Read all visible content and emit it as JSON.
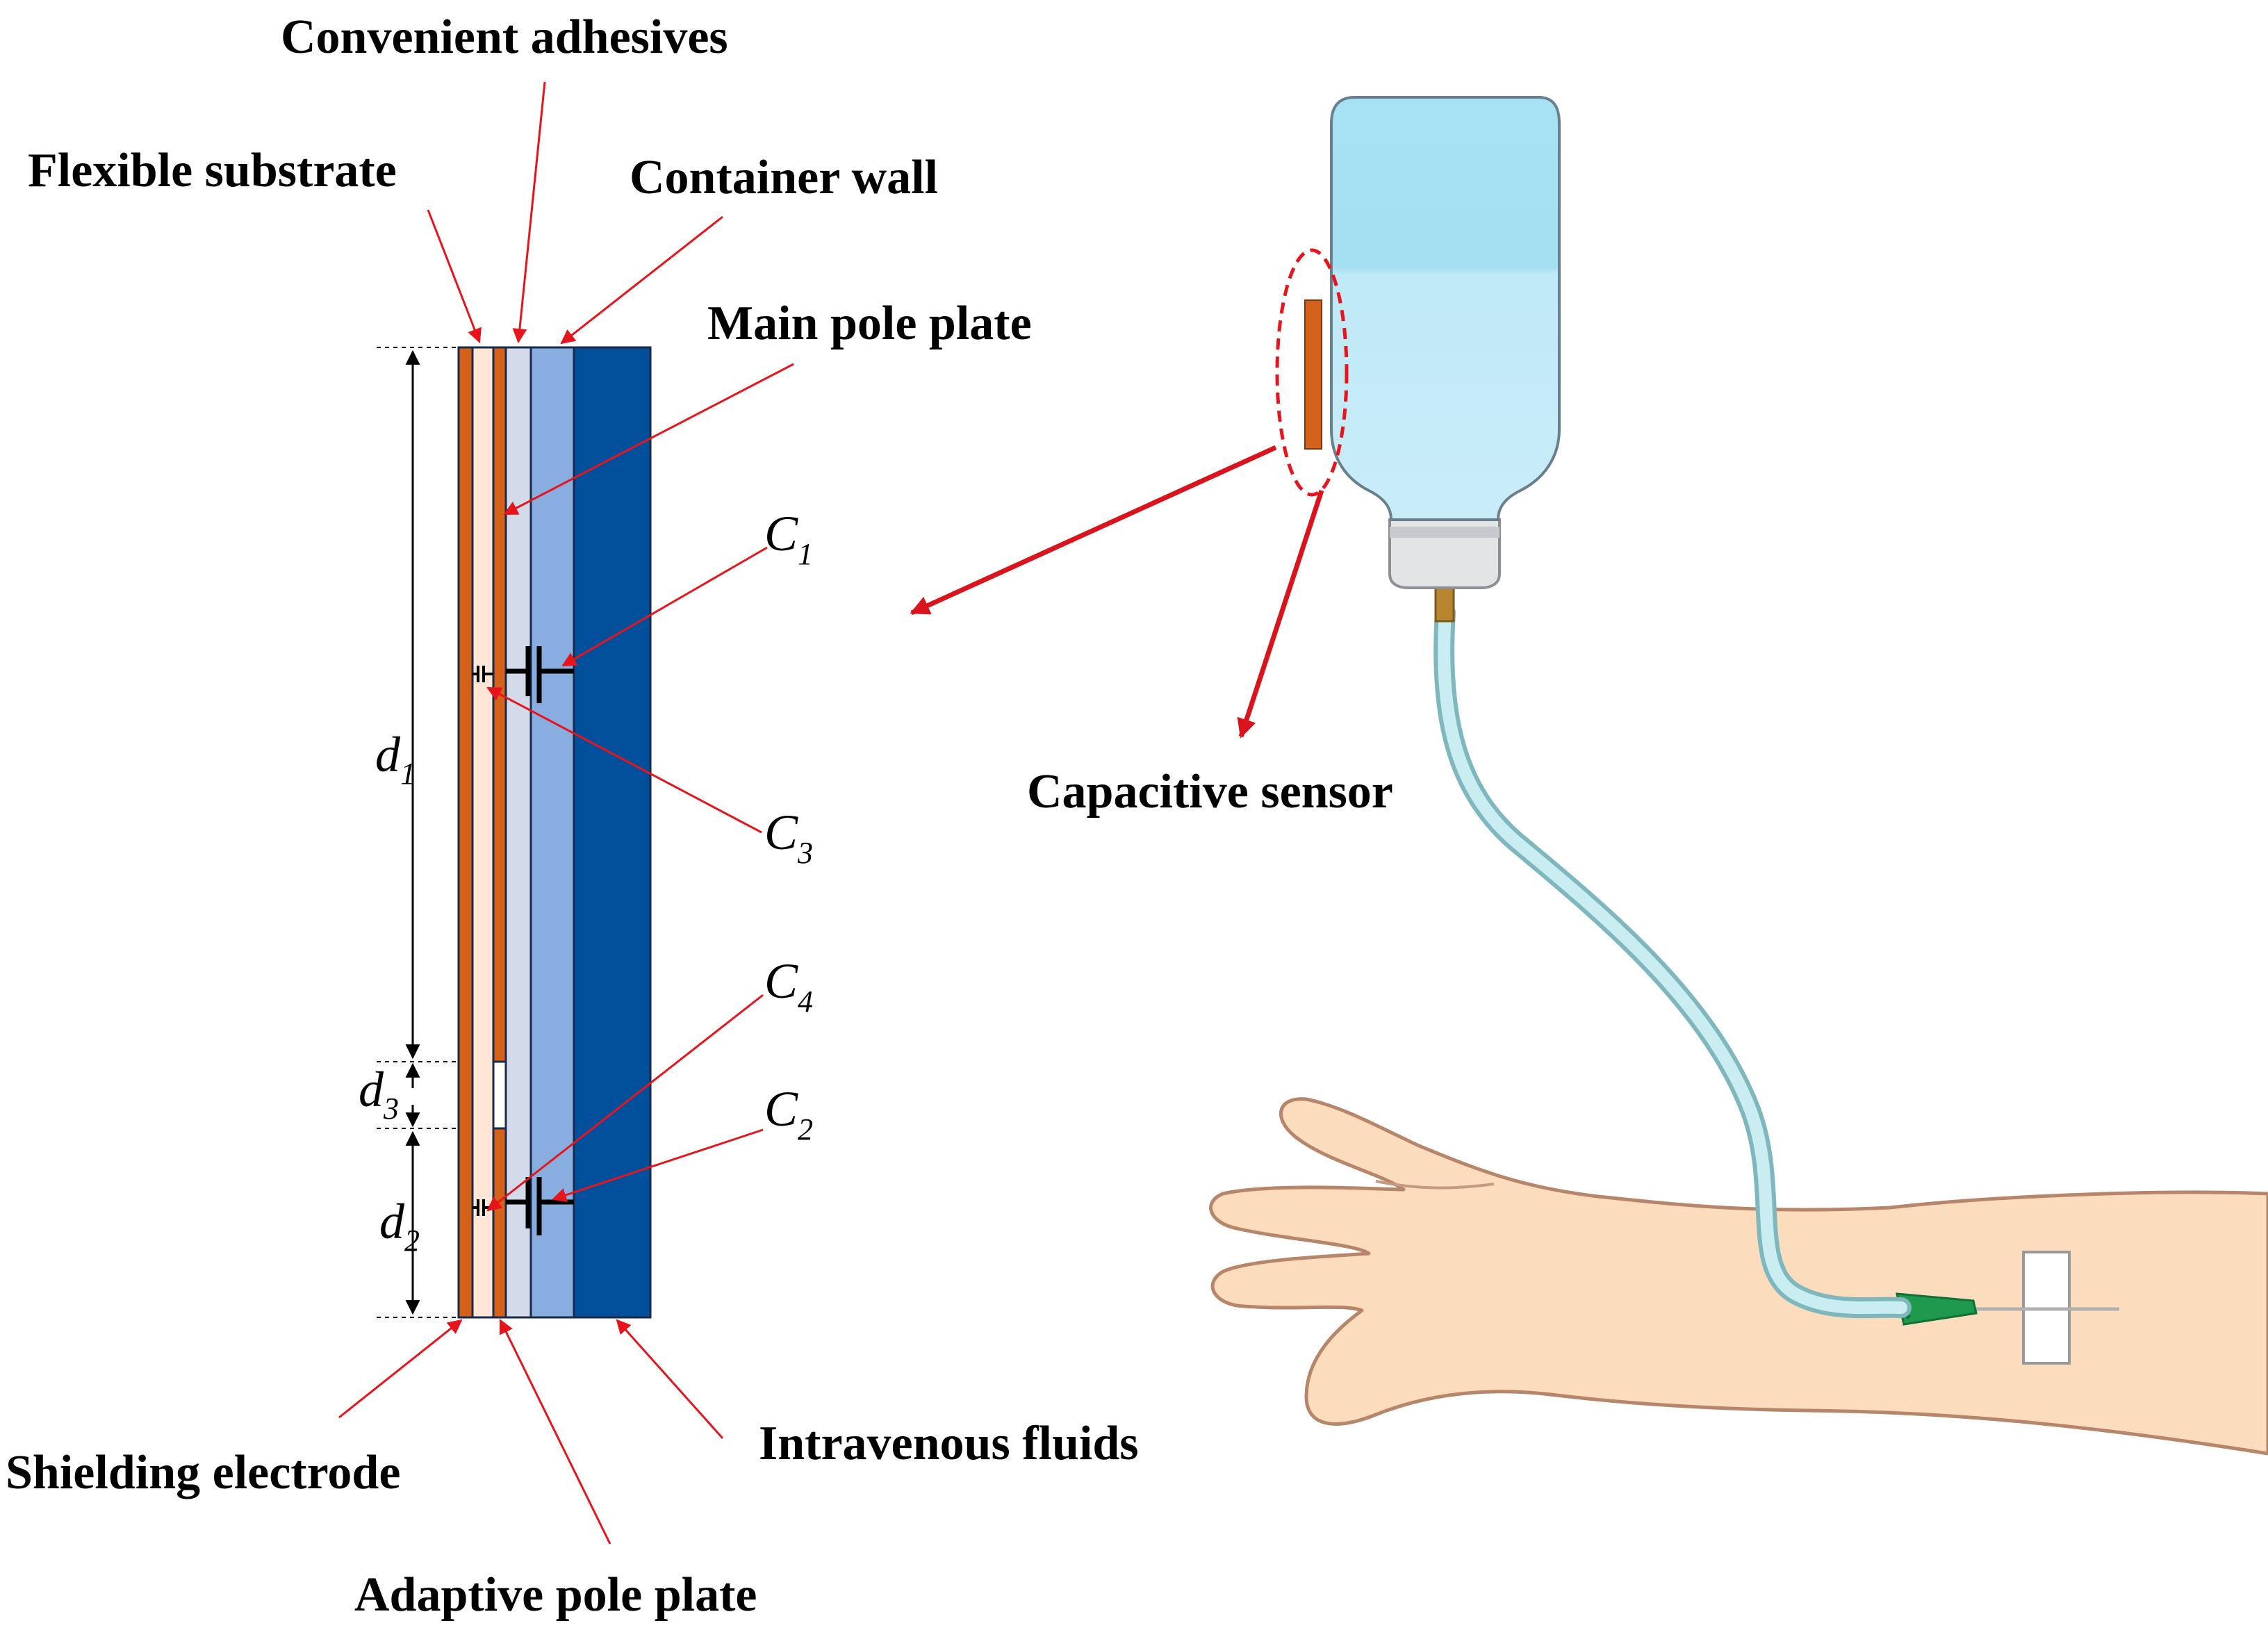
{
  "labels": {
    "convenient_adhesives": "Convenient adhesives",
    "flexible_substrate": "Flexible substrate",
    "container_wall": "Container wall",
    "main_pole_plate": "Main pole plate",
    "shielding_electrode": "Shielding electrode",
    "adaptive_pole_plate": "Adaptive pole plate",
    "intravenous_fluids": "Intravenous fluids",
    "capacitive_sensor": "Capacitive sensor"
  },
  "symbols": {
    "c1": {
      "main": "C",
      "sub": "1"
    },
    "c2": {
      "main": "C",
      "sub": "2"
    },
    "c3": {
      "main": "C",
      "sub": "3"
    },
    "c4": {
      "main": "C",
      "sub": "4"
    },
    "d1": {
      "main": "d",
      "sub": "1"
    },
    "d2": {
      "main": "d",
      "sub": "2"
    },
    "d3": {
      "main": "d",
      "sub": "3"
    }
  },
  "colors": {
    "electrode": "#d4621a",
    "substrate": "#fde6d6",
    "adhesive": "#d3dbea",
    "container_wall": "#88aee0",
    "fluid": "#02509b",
    "annotation_red": "#e8141c",
    "bottle": "#a8e3f4",
    "bottle_cap": "#e2e4e6",
    "tube": "#9fd0d6",
    "skin": "#fbdcbc",
    "skin_outline": "#b7856a",
    "needle_hub": "#1f9a4c"
  }
}
